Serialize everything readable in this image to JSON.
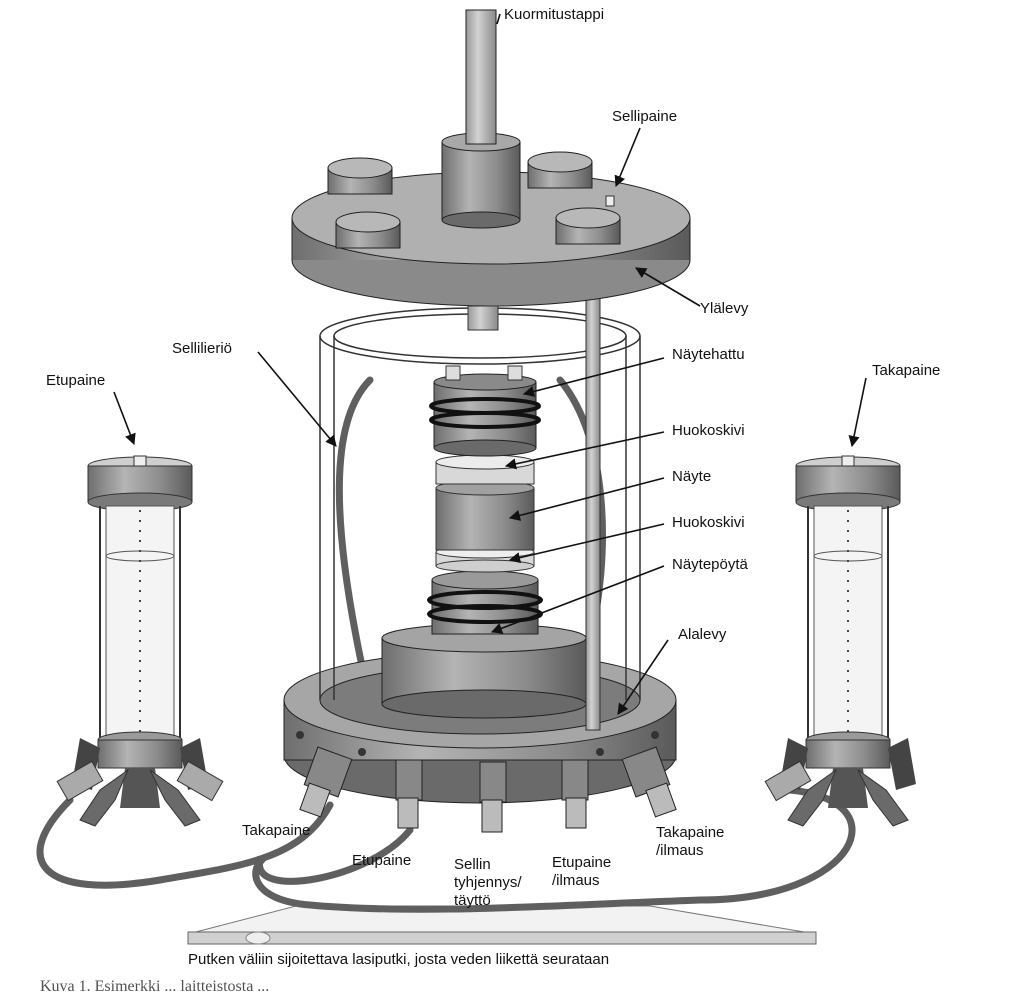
{
  "labels": {
    "loading_pin": "Kuormitustappi",
    "cell_pressure": "Sellipaine",
    "top_plate": "Ylälevy",
    "cell_cylinder": "Sellilieriö",
    "sample_cap": "Näytehattu",
    "porous_stone_top": "Huokoskivi",
    "sample": "Näyte",
    "porous_stone_bottom": "Huokoskivi",
    "sample_pedestal": "Näytepöytä",
    "bottom_plate": "Alalevy",
    "front_pressure_left": "Etupaine",
    "back_pressure_right": "Takapaine",
    "port_back_pressure": "Takapaine",
    "port_front_pressure": "Etupaine",
    "port_cell_drain_line1": "Sellin",
    "port_cell_drain_line2": "tyhjennys/",
    "port_cell_drain_line3": "täyttö",
    "port_front_vent_line1": "Etupaine",
    "port_front_vent_line2": "/ilmaus",
    "port_back_vent_line1": "Takapaine",
    "port_back_vent_line2": "/ilmaus"
  },
  "caption": "Putken väliin sijoitettava lasiputki, josta veden liikettä seurataan",
  "figure_caption_partial": "Kuva 1. Esimerkki ... laitteistosta ...",
  "colors": {
    "metal": "#8e8e8e",
    "metal_light": "#b8b8b8",
    "metal_dark": "#5e5e5e",
    "glass": "#e8e8e8",
    "tube": "#6a6a6a",
    "ink": "#111111"
  }
}
